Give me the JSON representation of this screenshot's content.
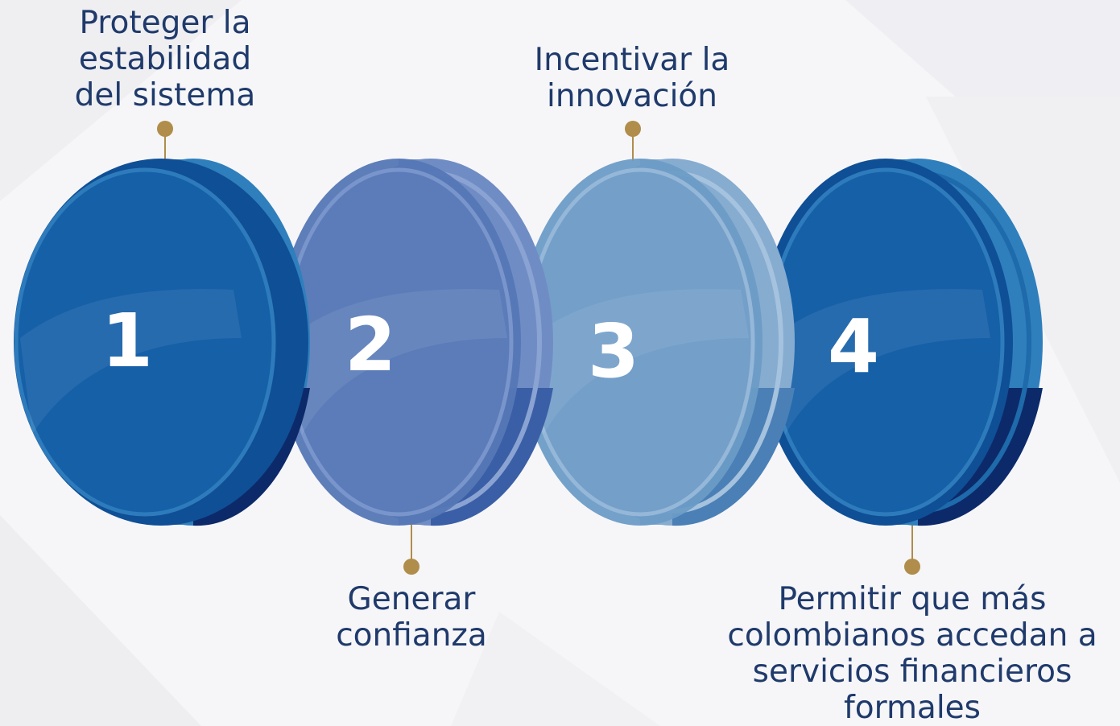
{
  "steps": [
    {
      "number": "1",
      "lines": [
        "Proteger la",
        "estabilidad",
        "del sistema"
      ],
      "color": "#0d4f99"
    },
    {
      "number": "2",
      "lines": [
        "Generar",
        "confianza"
      ],
      "color": "#4f6fae"
    },
    {
      "number": "3",
      "lines": [
        "Incentivar la",
        "innovación"
      ],
      "color": "#6a9ac4"
    },
    {
      "number": "4",
      "lines": [
        "Permitir que más",
        "colombianos accedan a",
        "servicios financieros",
        "formales"
      ],
      "color": "#0d4f99"
    }
  ],
  "colors": {
    "text": "#1f3a6b",
    "connector": "#b08d4a",
    "dark_band": "#0c2a6a"
  }
}
